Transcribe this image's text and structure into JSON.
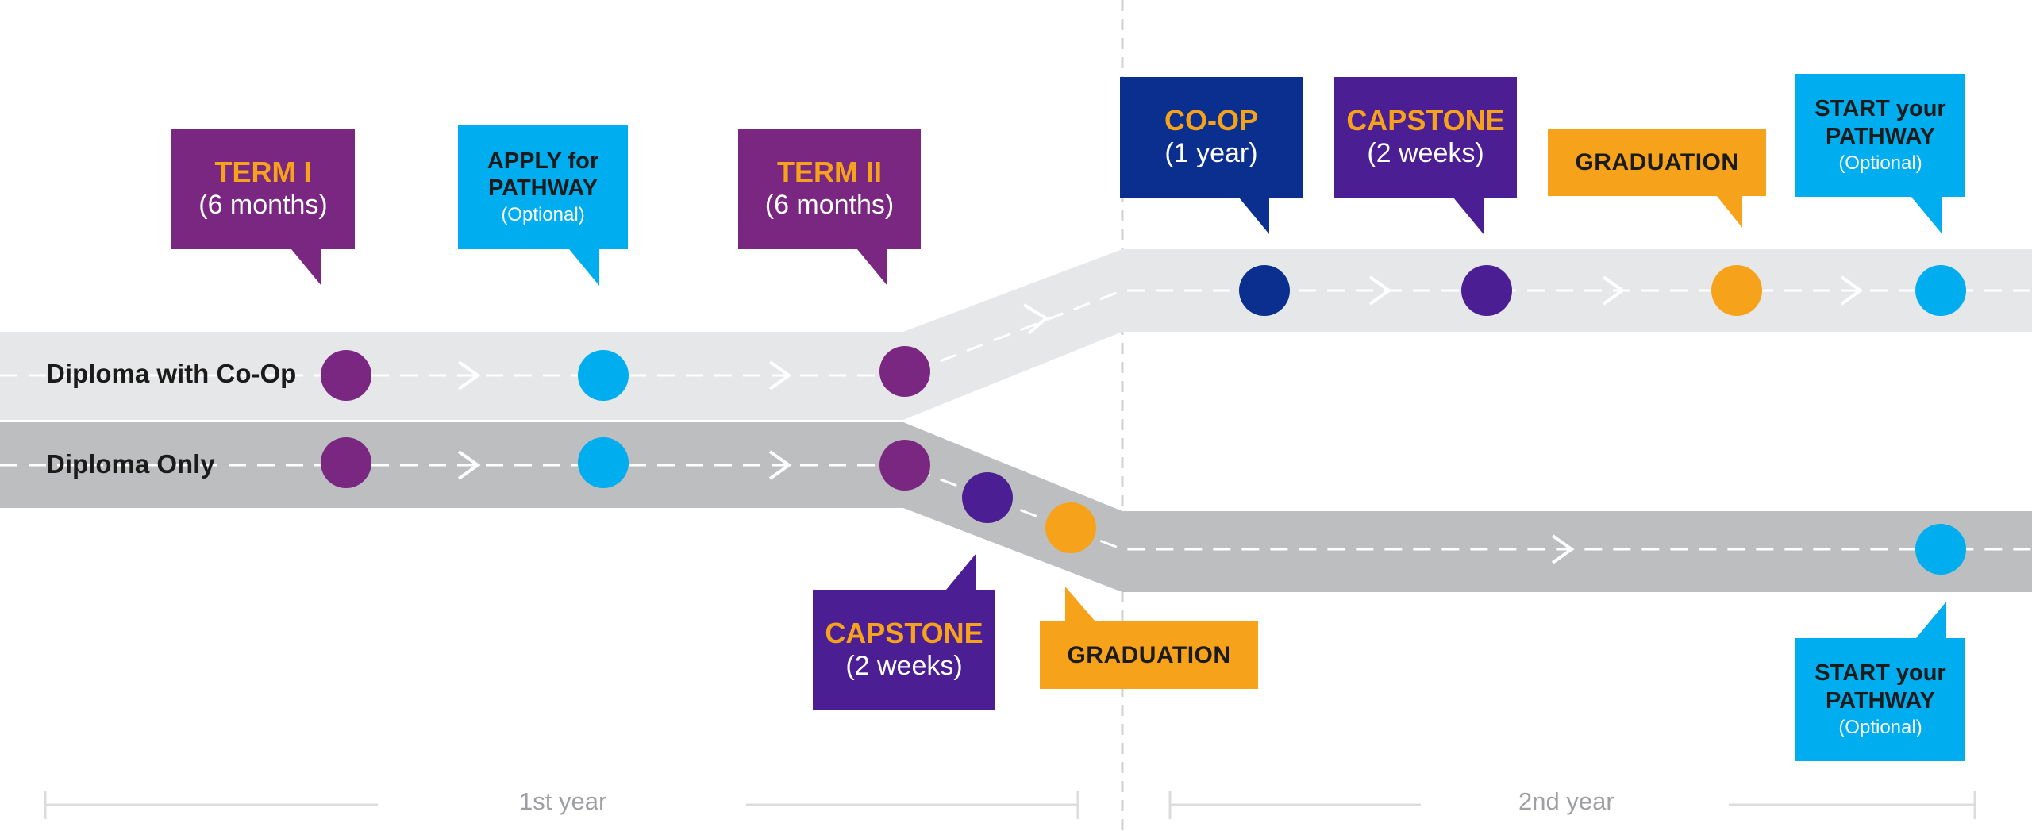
{
  "colors": {
    "purple": "#7a2782",
    "violet": "#4b1f93",
    "navy": "#0a2f8f",
    "cyan": "#00aeef",
    "orange": "#f7a21b",
    "track_light": "#e6e7e8",
    "track_dark": "#bcbec0",
    "axis": "#dcdcdc",
    "dash": "#ffffff",
    "divider": "#d0d0d0"
  },
  "tracks": {
    "coop_label": "Diploma with Co-Op",
    "only_label": "Diploma Only"
  },
  "callouts": {
    "term1": {
      "title": "TERM I",
      "sub": "(6 months)"
    },
    "apply": {
      "line1": "APPLY for",
      "line2": "PATHWAY",
      "opt": "(Optional)"
    },
    "term2": {
      "title": "TERM II",
      "sub": "(6 months)"
    },
    "coop": {
      "title": "CO-OP",
      "sub": "(1 year)"
    },
    "capstone_top": {
      "title": "CAPSTONE",
      "sub": "(2 weeks)"
    },
    "graduation_top": {
      "label": "GRADUATION"
    },
    "start_top": {
      "line1": "START your",
      "line2": "PATHWAY",
      "opt": "(Optional)"
    },
    "capstone_bottom": {
      "title": "CAPSTONE",
      "sub": "(2 weeks)"
    },
    "graduation_bottom": {
      "label": "GRADUATION"
    },
    "start_bottom": {
      "line1": "START your",
      "line2": "PATHWAY",
      "opt": "(Optional)"
    }
  },
  "years": {
    "first": "1st year",
    "second": "2nd year"
  }
}
